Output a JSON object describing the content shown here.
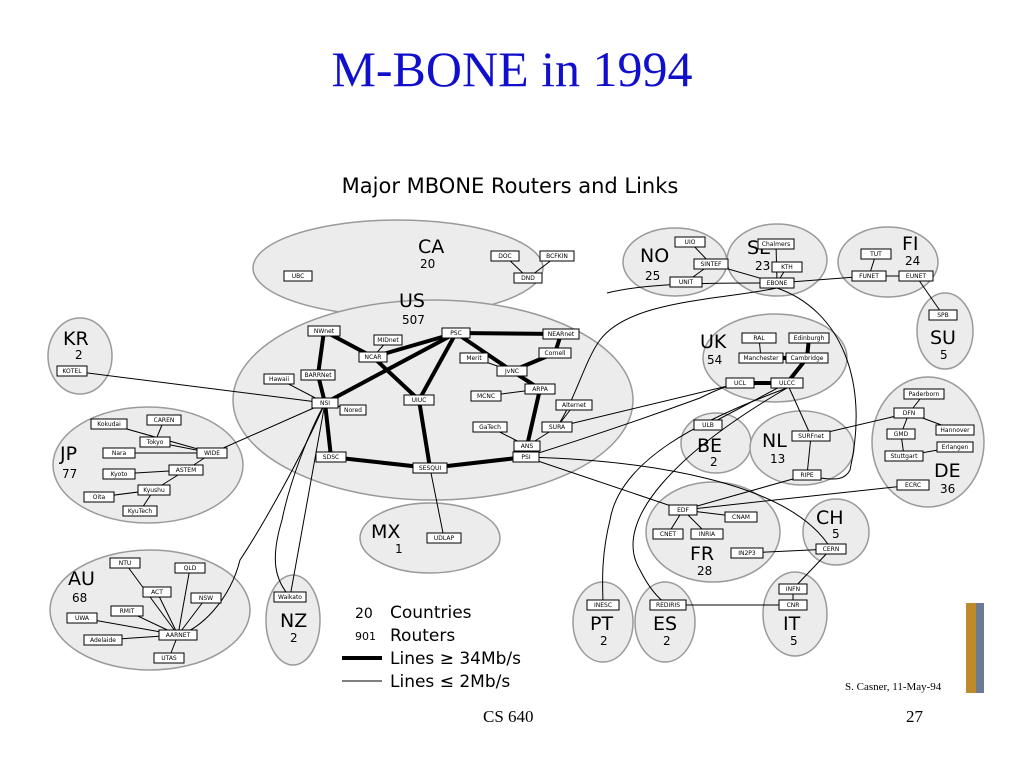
{
  "slide": {
    "title": "M-BONE in 1994",
    "footer_left": "CS 640",
    "footer_right": "27"
  },
  "diagram": {
    "title": "Major MBONE Routers and Links",
    "credit": "S. Casner,  11-May-94",
    "legend": {
      "countries_num": "20",
      "countries_label": "Countries",
      "routers_num": "901",
      "routers_label": "Routers",
      "thick_label": "Lines ≥ 34Mb/s",
      "thin_label": "Lines ≤ 2Mb/s"
    },
    "regions": [
      {
        "id": "CA",
        "code": "CA",
        "count": "20"
      },
      {
        "id": "US",
        "code": "US",
        "count": "507"
      },
      {
        "id": "KR",
        "code": "KR",
        "count": "2"
      },
      {
        "id": "JP",
        "code": "JP",
        "count": "77"
      },
      {
        "id": "AU",
        "code": "AU",
        "count": "68"
      },
      {
        "id": "NZ",
        "code": "NZ",
        "count": "2"
      },
      {
        "id": "MX",
        "code": "MX",
        "count": "1"
      },
      {
        "id": "NO",
        "code": "NO",
        "count": "25"
      },
      {
        "id": "SE",
        "code": "SE",
        "count": "23"
      },
      {
        "id": "FI",
        "code": "FI",
        "count": "24"
      },
      {
        "id": "SU",
        "code": "SU",
        "count": "5"
      },
      {
        "id": "UK",
        "code": "UK",
        "count": "54"
      },
      {
        "id": "BE",
        "code": "BE",
        "count": "2"
      },
      {
        "id": "NL",
        "code": "NL",
        "count": "13"
      },
      {
        "id": "DE",
        "code": "DE",
        "count": "36"
      },
      {
        "id": "CH",
        "code": "CH",
        "count": "5"
      },
      {
        "id": "FR",
        "code": "FR",
        "count": "28"
      },
      {
        "id": "PT",
        "code": "PT",
        "count": "2"
      },
      {
        "id": "ES",
        "code": "ES",
        "count": "2"
      },
      {
        "id": "IT",
        "code": "IT",
        "count": "5"
      }
    ],
    "nodes": [
      {
        "id": "UBC",
        "label": "UBC"
      },
      {
        "id": "DOC",
        "label": "DOC"
      },
      {
        "id": "BCFKIN",
        "label": "BCFKIN"
      },
      {
        "id": "DND",
        "label": "DND"
      },
      {
        "id": "NWnet",
        "label": "NWnet"
      },
      {
        "id": "MIDnet",
        "label": "MIDnet"
      },
      {
        "id": "NCAR",
        "label": "NCAR"
      },
      {
        "id": "PSC",
        "label": "PSC"
      },
      {
        "id": "NEARnet",
        "label": "NEARnet"
      },
      {
        "id": "Cornell",
        "label": "Cornell"
      },
      {
        "id": "Merit",
        "label": "Merit"
      },
      {
        "id": "JvNC",
        "label": "JvNC"
      },
      {
        "id": "ARPA",
        "label": "ARPA"
      },
      {
        "id": "MCNC",
        "label": "MCNC"
      },
      {
        "id": "Alternet",
        "label": "Alternet"
      },
      {
        "id": "GaTech",
        "label": "GaTech"
      },
      {
        "id": "SURA",
        "label": "SURA"
      },
      {
        "id": "ANS",
        "label": "ANS"
      },
      {
        "id": "PSI",
        "label": "PSI"
      },
      {
        "id": "Hawaii",
        "label": "Hawaii"
      },
      {
        "id": "BARRNet",
        "label": "BARRNet"
      },
      {
        "id": "NSI",
        "label": "NSI"
      },
      {
        "id": "Nored",
        "label": "Nored"
      },
      {
        "id": "UIUC",
        "label": "UIUC"
      },
      {
        "id": "SDSC",
        "label": "SDSC"
      },
      {
        "id": "SESQUI",
        "label": "SESQUI"
      },
      {
        "id": "KOTEL",
        "label": "KOTEL"
      },
      {
        "id": "Kokudai",
        "label": "Kokudai"
      },
      {
        "id": "CAREN",
        "label": "CAREN"
      },
      {
        "id": "Tokyo",
        "label": "Tokyo"
      },
      {
        "id": "Nara",
        "label": "Nara"
      },
      {
        "id": "WIDE",
        "label": "WIDE"
      },
      {
        "id": "Kyoto",
        "label": "Kyoto"
      },
      {
        "id": "ASTEM",
        "label": "ASTEM"
      },
      {
        "id": "Kyushu",
        "label": "Kyushu"
      },
      {
        "id": "Oita",
        "label": "Oita"
      },
      {
        "id": "KyuTech",
        "label": "KyuTech"
      },
      {
        "id": "NTU",
        "label": "NTU"
      },
      {
        "id": "QLD",
        "label": "QLD"
      },
      {
        "id": "ACT",
        "label": "ACT"
      },
      {
        "id": "NSW",
        "label": "NSW"
      },
      {
        "id": "RMIT",
        "label": "RMIT"
      },
      {
        "id": "UWA",
        "label": "UWA"
      },
      {
        "id": "AARNET",
        "label": "AARNET"
      },
      {
        "id": "Adelaide",
        "label": "Adelaide"
      },
      {
        "id": "UTAS",
        "label": "UTAS"
      },
      {
        "id": "Waikato",
        "label": "Waikato"
      },
      {
        "id": "UDLAP",
        "label": "UDLAP"
      },
      {
        "id": "UIO",
        "label": "UIO"
      },
      {
        "id": "SINTEF",
        "label": "SINTEF"
      },
      {
        "id": "UNIT",
        "label": "UNIT"
      },
      {
        "id": "Chalmers",
        "label": "Chalmers"
      },
      {
        "id": "KTH",
        "label": "KTH"
      },
      {
        "id": "EBONE",
        "label": "EBONE"
      },
      {
        "id": "TUT",
        "label": "TUT"
      },
      {
        "id": "FUNET",
        "label": "FUNET"
      },
      {
        "id": "EUNET",
        "label": "EUNET"
      },
      {
        "id": "SPB",
        "label": "SPB"
      },
      {
        "id": "RAL",
        "label": "RAL"
      },
      {
        "id": "Edinburgh",
        "label": "Edinburgh"
      },
      {
        "id": "Manchester",
        "label": "Manchester"
      },
      {
        "id": "Cambridge",
        "label": "Cambridge"
      },
      {
        "id": "UCL",
        "label": "UCL"
      },
      {
        "id": "ULCC",
        "label": "ULCC"
      },
      {
        "id": "ULB",
        "label": "ULB"
      },
      {
        "id": "SURFnet",
        "label": "SURFnet"
      },
      {
        "id": "RIPE",
        "label": "RIPE"
      },
      {
        "id": "Paderborn",
        "label": "Paderborn"
      },
      {
        "id": "DFN",
        "label": "DFN"
      },
      {
        "id": "Hannover",
        "label": "Hannover"
      },
      {
        "id": "GMD",
        "label": "GMD"
      },
      {
        "id": "Erlangen",
        "label": "Erlangen"
      },
      {
        "id": "Stuttgart",
        "label": "Stuttgart"
      },
      {
        "id": "ECRC",
        "label": "ECRC"
      },
      {
        "id": "EDF",
        "label": "EDF"
      },
      {
        "id": "CNAM",
        "label": "CNAM"
      },
      {
        "id": "CNET",
        "label": "CNET"
      },
      {
        "id": "INRIA",
        "label": "INRIA"
      },
      {
        "id": "IN2P3",
        "label": "IN2P3"
      },
      {
        "id": "CERN",
        "label": "CERN"
      },
      {
        "id": "INFN",
        "label": "INFN"
      },
      {
        "id": "CNR",
        "label": "CNR"
      },
      {
        "id": "INESC",
        "label": "INESC"
      },
      {
        "id": "REDIRIS",
        "label": "REDIRIS"
      }
    ]
  }
}
